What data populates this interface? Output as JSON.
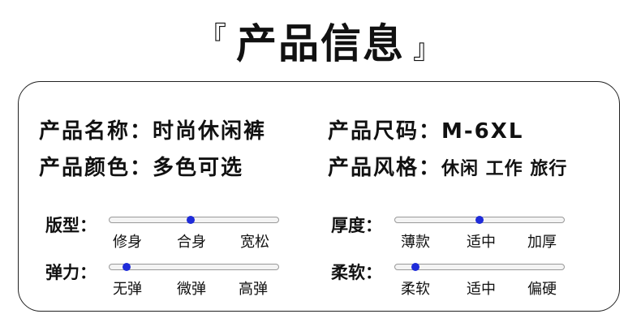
{
  "title": {
    "open_bracket": "『",
    "text": "产品信息",
    "close_bracket": "』"
  },
  "info": {
    "name_label": "产品名称：",
    "name_value": "时尚休闲裤",
    "size_label": "产品尺码：",
    "size_value": "M-6XL",
    "color_label": "产品颜色：",
    "color_value": "多色可选",
    "style_label": "产品风格：",
    "style_value": "休闲 工作 旅行"
  },
  "sliders": [
    {
      "label": "版型：",
      "options": [
        "修身",
        "合身",
        "宽松"
      ],
      "selected_index": 1
    },
    {
      "label": "厚度：",
      "options": [
        "薄款",
        "适中",
        "加厚"
      ],
      "selected_index": 1
    },
    {
      "label": "弹力：",
      "options": [
        "无弹",
        "微弹",
        "高弹"
      ],
      "selected_index": 0
    },
    {
      "label": "柔软：",
      "options": [
        "柔软",
        "适中",
        "偏硬"
      ],
      "selected_index": 0
    }
  ],
  "colors": {
    "knob": "#1e2bd9",
    "border": "#222222"
  }
}
